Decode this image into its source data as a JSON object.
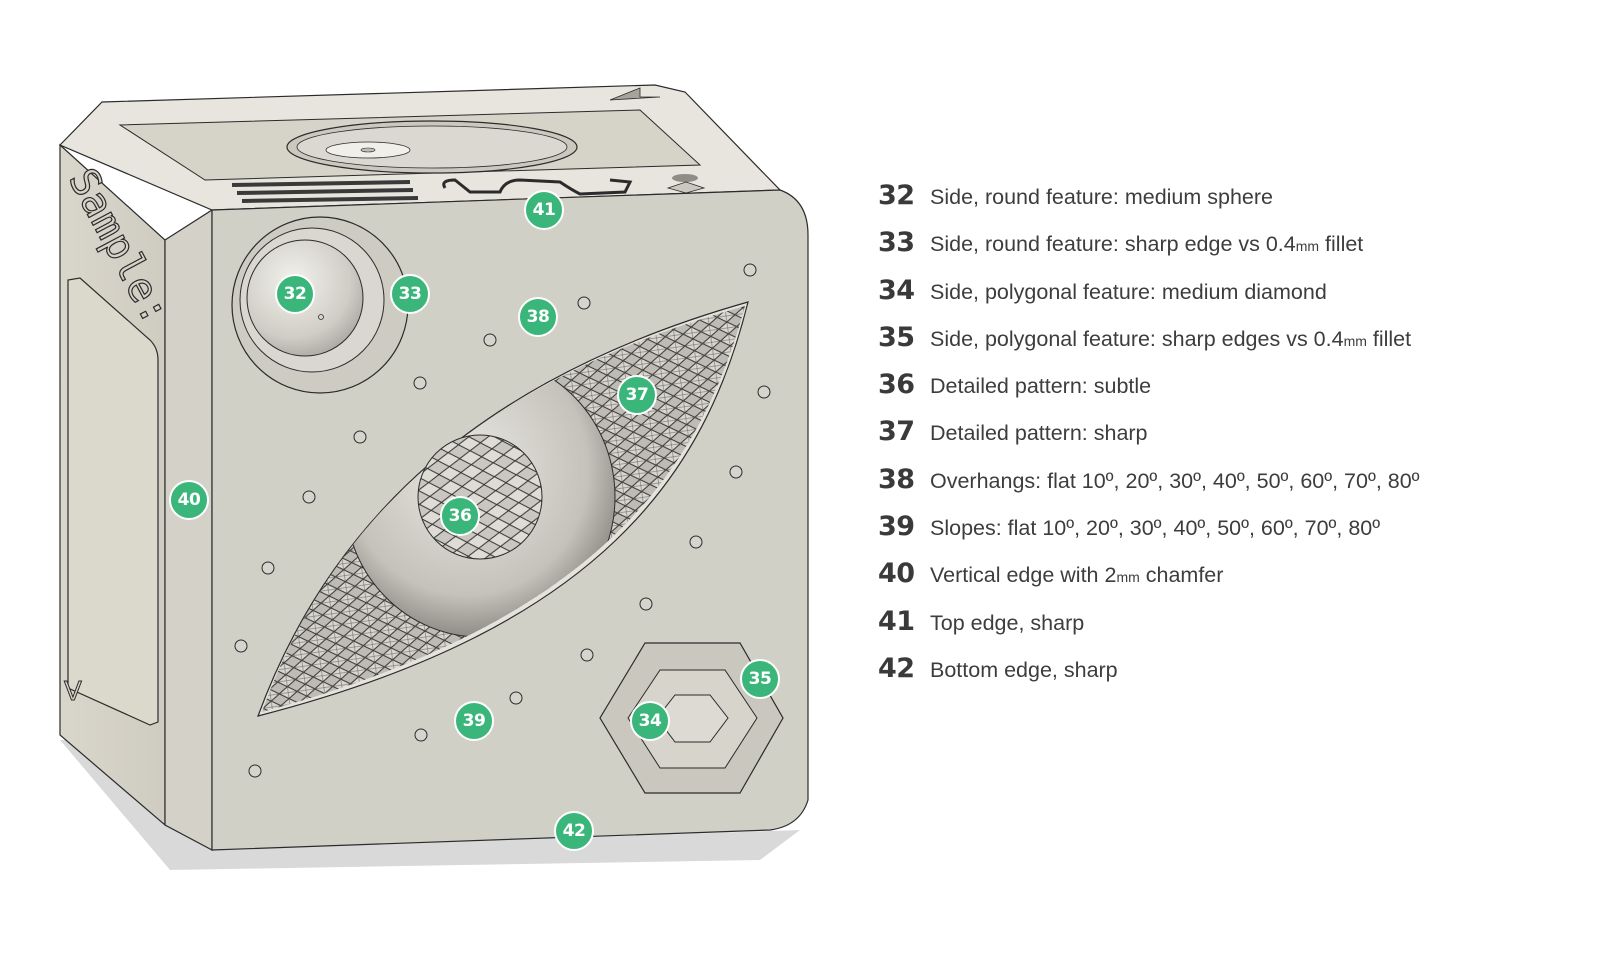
{
  "figure": {
    "model_label_engraved": "Sample:",
    "model_side_mark": "V",
    "badge_color": "#3bb67a",
    "model_color": "#d2d1c9",
    "badges": [
      {
        "id": "32",
        "label": "32"
      },
      {
        "id": "33",
        "label": "33"
      },
      {
        "id": "34",
        "label": "34"
      },
      {
        "id": "35",
        "label": "35"
      },
      {
        "id": "36",
        "label": "36"
      },
      {
        "id": "37",
        "label": "37"
      },
      {
        "id": "38",
        "label": "38"
      },
      {
        "id": "39",
        "label": "39"
      },
      {
        "id": "40",
        "label": "40"
      },
      {
        "id": "41",
        "label": "41"
      },
      {
        "id": "42",
        "label": "42"
      }
    ]
  },
  "legend": {
    "items": [
      {
        "number": "32",
        "text": "Side, round feature: medium sphere"
      },
      {
        "number": "33",
        "text_before": "Side, round feature: sharp edge vs 0.4",
        "unit": "mm",
        "text_after": " fillet"
      },
      {
        "number": "34",
        "text": "Side, polygonal feature: medium diamond"
      },
      {
        "number": "35",
        "text_before": "Side, polygonal feature: sharp edges vs 0.4",
        "unit": "mm",
        "text_after": " fillet"
      },
      {
        "number": "36",
        "text": "Detailed pattern: subtle"
      },
      {
        "number": "37",
        "text": "Detailed pattern: sharp"
      },
      {
        "number": "38",
        "text": "Overhangs: flat 10º, 20º, 30º, 40º, 50º, 60º, 70º, 80º"
      },
      {
        "number": "39",
        "text": "Slopes: flat 10º, 20º, 30º, 40º, 50º, 60º, 70º, 80º"
      },
      {
        "number": "40",
        "text_before": "Vertical edge with 2",
        "unit": "mm",
        "text_after": " chamfer"
      },
      {
        "number": "41",
        "text": "Top edge, sharp"
      },
      {
        "number": "42",
        "text": "Bottom edge, sharp"
      }
    ]
  }
}
